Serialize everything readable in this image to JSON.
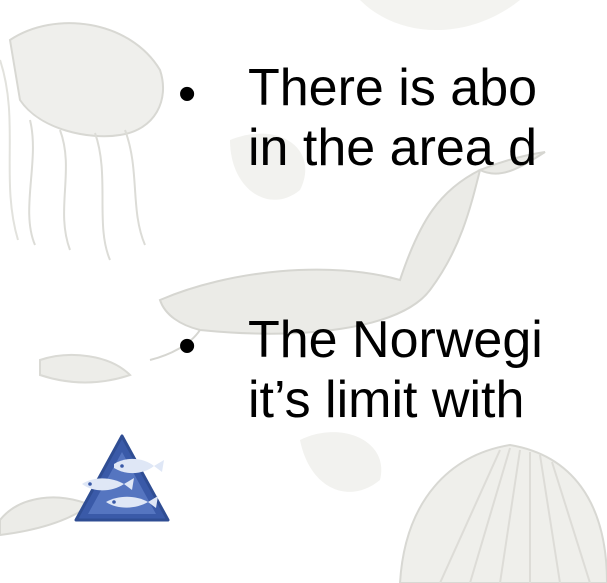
{
  "slide": {
    "bullets": [
      {
        "symbol": "•",
        "lines": [
          "There is abo",
          "in the area d"
        ]
      },
      {
        "symbol": "•",
        "lines": [
          "The Norwegi",
          "it’s limit with"
        ]
      }
    ]
  },
  "icons": {
    "background": "marine-sketch-watermark",
    "logo": "triangle-fish-logo-icon"
  },
  "colors": {
    "text": "#000000",
    "logo_blue": "#3a5aa8",
    "logo_light": "#dfe7f6",
    "watermark": "#d7d7d2"
  }
}
